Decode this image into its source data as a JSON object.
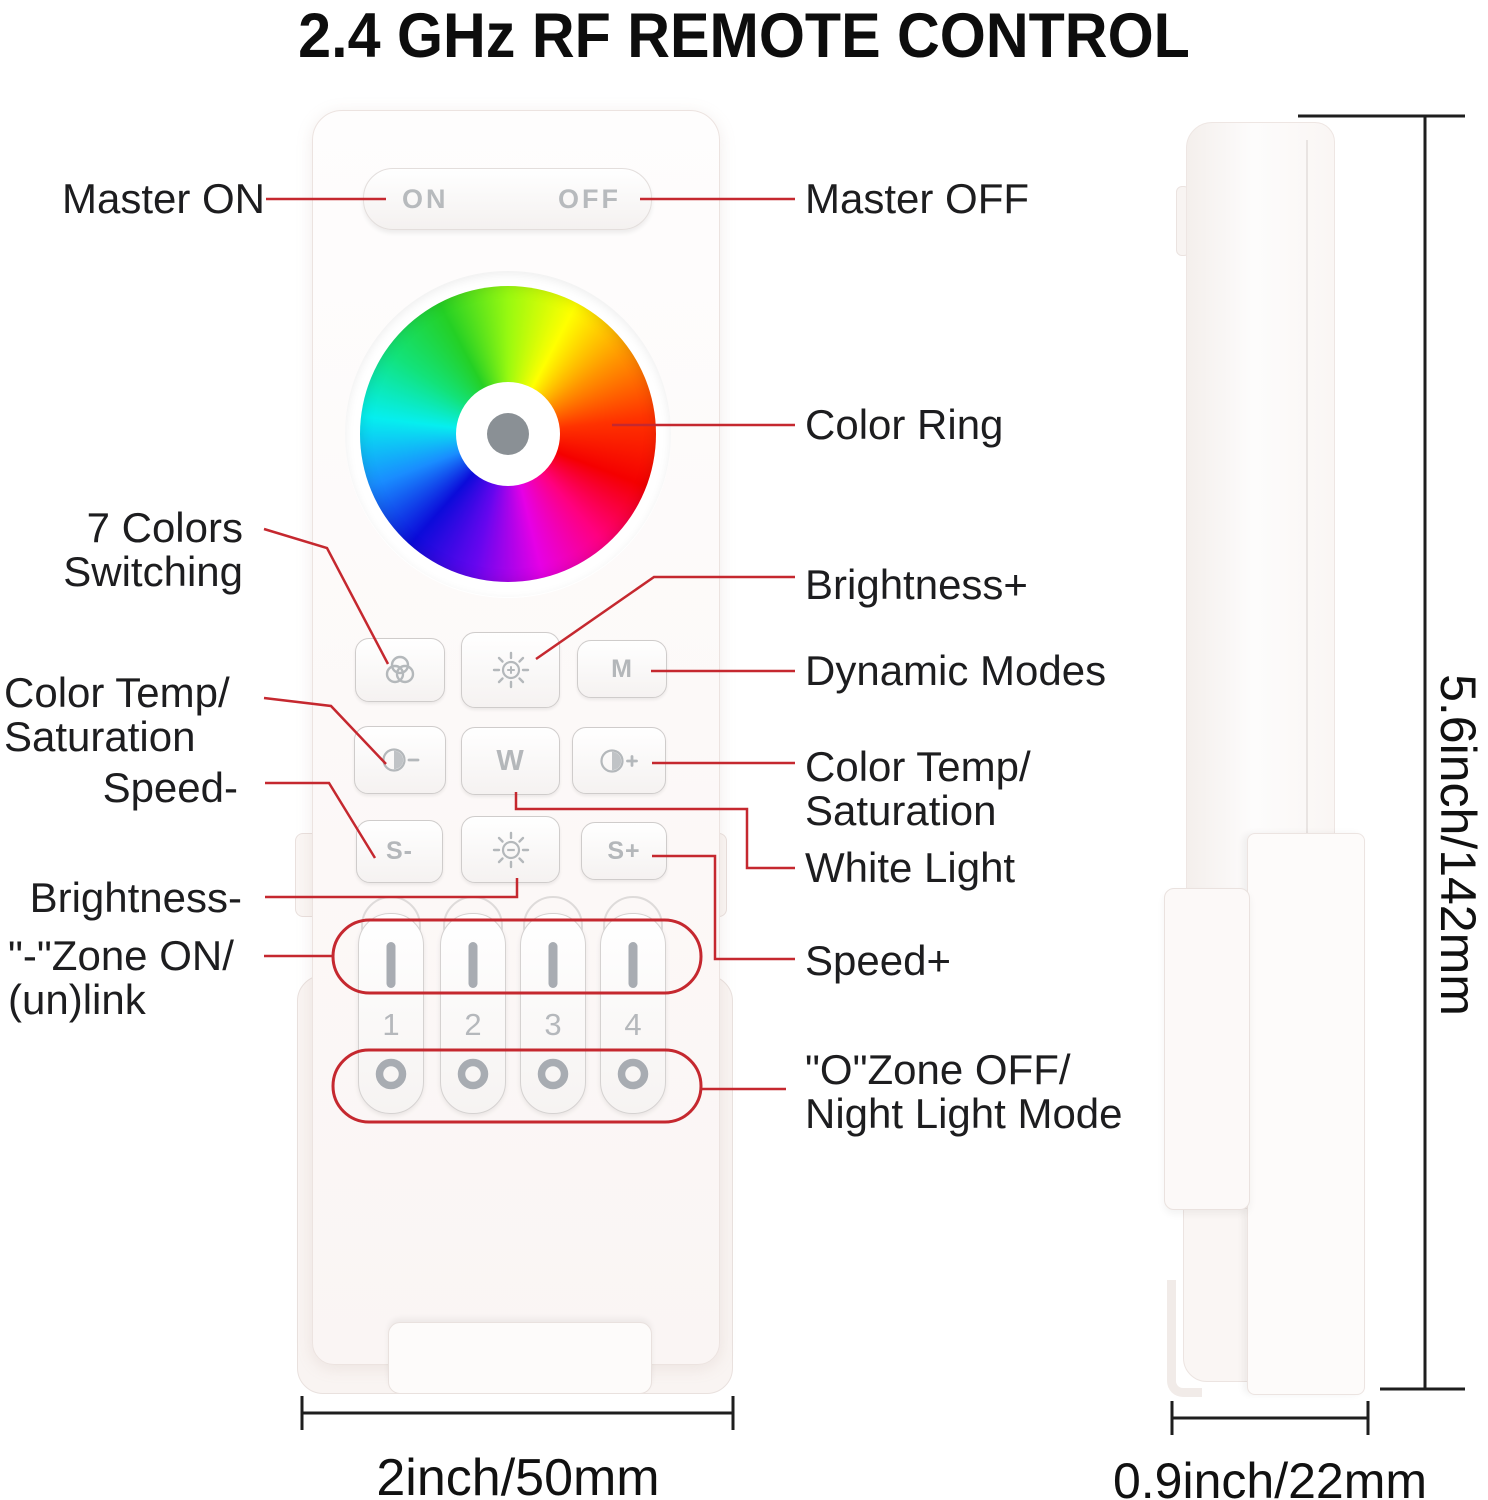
{
  "title": "2.4 GHz RF REMOTE CONTROL",
  "front_remote": {
    "power": {
      "on": "ON",
      "off": "OFF"
    },
    "keys": {
      "m": "M",
      "w": "W",
      "s_minus": "S-",
      "s_plus": "S+"
    },
    "zones": [
      "1",
      "2",
      "3",
      "4"
    ]
  },
  "labels_left": {
    "master_on": "Master ON",
    "seven_colors_1": "7 Colors",
    "seven_colors_2": "Switching",
    "color_temp_1": "Color Temp/",
    "color_temp_2": "Saturation",
    "speed_minus": "Speed-",
    "brightness_minus": "Brightness-",
    "zone_on_1": "\"-\"Zone ON/",
    "zone_on_2": "(un)link"
  },
  "labels_right": {
    "master_off": "Master OFF",
    "color_ring": "Color Ring",
    "brightness_plus": "Brightness+",
    "dynamic_modes": "Dynamic Modes",
    "color_temp_1": "Color Temp/",
    "color_temp_2": "Saturation",
    "white_light": "White Light",
    "speed_plus": "Speed+",
    "zone_off_1": "\"O\"Zone OFF/",
    "zone_off_2": "Night Light Mode"
  },
  "dimensions": {
    "front_width": "2inch/50mm",
    "side_height": "5.6inch/142mm",
    "side_depth": "0.9inch/22mm"
  },
  "colors": {
    "callout_red": "#c5282f",
    "dimension_black": "#1e1e1e",
    "icon_gray": "#b4b8bb"
  }
}
